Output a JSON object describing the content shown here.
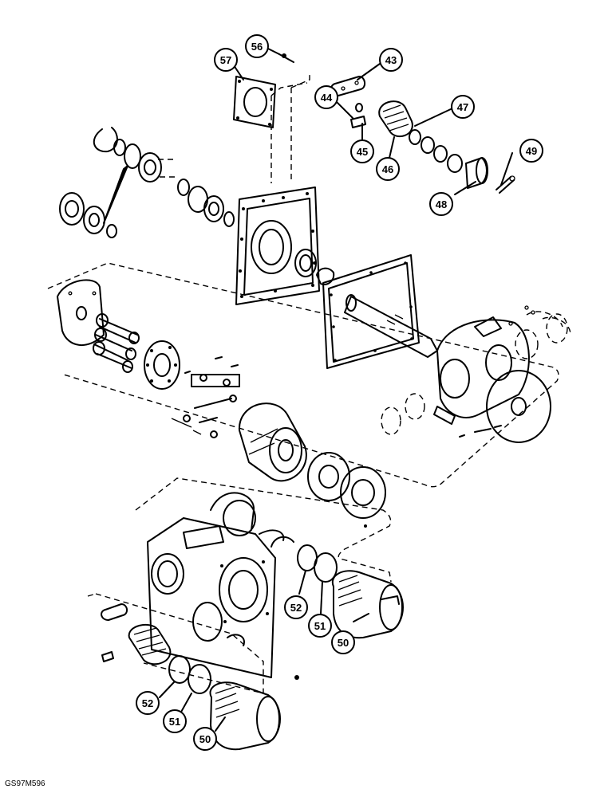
{
  "figure_code": "GS97M596",
  "callouts": [
    "57",
    "56",
    "43",
    "44",
    "47",
    "45",
    "46",
    "49",
    "48",
    "52",
    "51",
    "50",
    "52",
    "51",
    "50"
  ]
}
